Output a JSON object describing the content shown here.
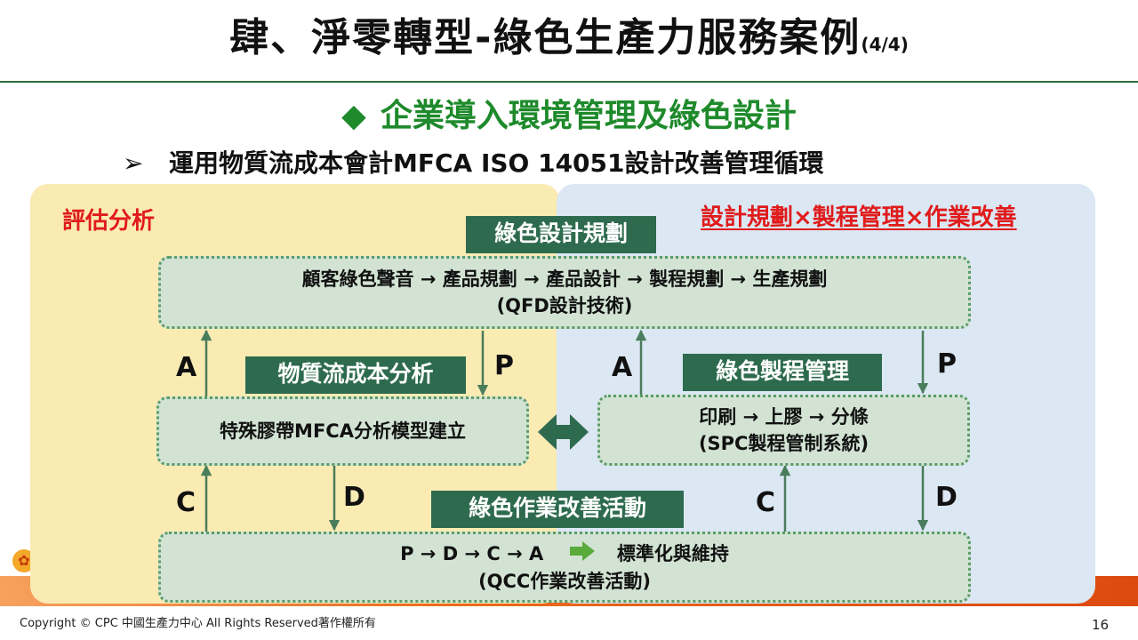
{
  "header": {
    "title": "肆、淨零轉型-綠色生產力服務案例",
    "title_suffix": "(4/4)"
  },
  "subtitle": {
    "marker": "◆",
    "text": "企業導入環境管理及綠色設計"
  },
  "bullet": {
    "marker": "➢",
    "text": "運用物質流成本會計MFCA ISO 14051設計改善管理循環"
  },
  "panels": {
    "left_label": "評估分析",
    "right_label": "設計規劃×製程管理×作業改善"
  },
  "top_box": {
    "tag": "綠色設計規劃",
    "line1": "顧客綠色聲音 → 產品規劃 → 產品設計 → 製程規劃 → 生產規劃",
    "line2": "(QFD設計技術)"
  },
  "left_box": {
    "tag": "物質流成本分析",
    "line1": "特殊膠帶MFCA分析模型建立"
  },
  "right_box": {
    "tag": "綠色製程管理",
    "line1": "印刷 → 上膠 → 分條",
    "line2": "(SPC製程管制系統)"
  },
  "bottom_box": {
    "tag": "綠色作業改善活動",
    "line1_a": "P → D → C → A",
    "line1_b": "標準化與維持",
    "line2": "(QCC作業改善活動)"
  },
  "cycle_letters": {
    "left_up": "A",
    "left_down": "P",
    "right_up": "A",
    "right_down": "P",
    "left_bottom_up": "C",
    "left_bottom_down": "D",
    "right_bottom_up": "C",
    "right_bottom_down": "D"
  },
  "footer": {
    "copyright": "Copyright © CPC 中國生產力中心 All Rights Reserved著作權所有",
    "page_number": "16"
  },
  "colors": {
    "title_green": "#1e8a2b",
    "red": "#e01b1b",
    "tag_green": "#2e6b4e",
    "box_fill": "#d2e3d4",
    "left_panel": "#faebb3",
    "right_panel": "#dbe7f3",
    "arrow": "#4a7d5c",
    "right_arrow_green": "#5aaa3c"
  }
}
